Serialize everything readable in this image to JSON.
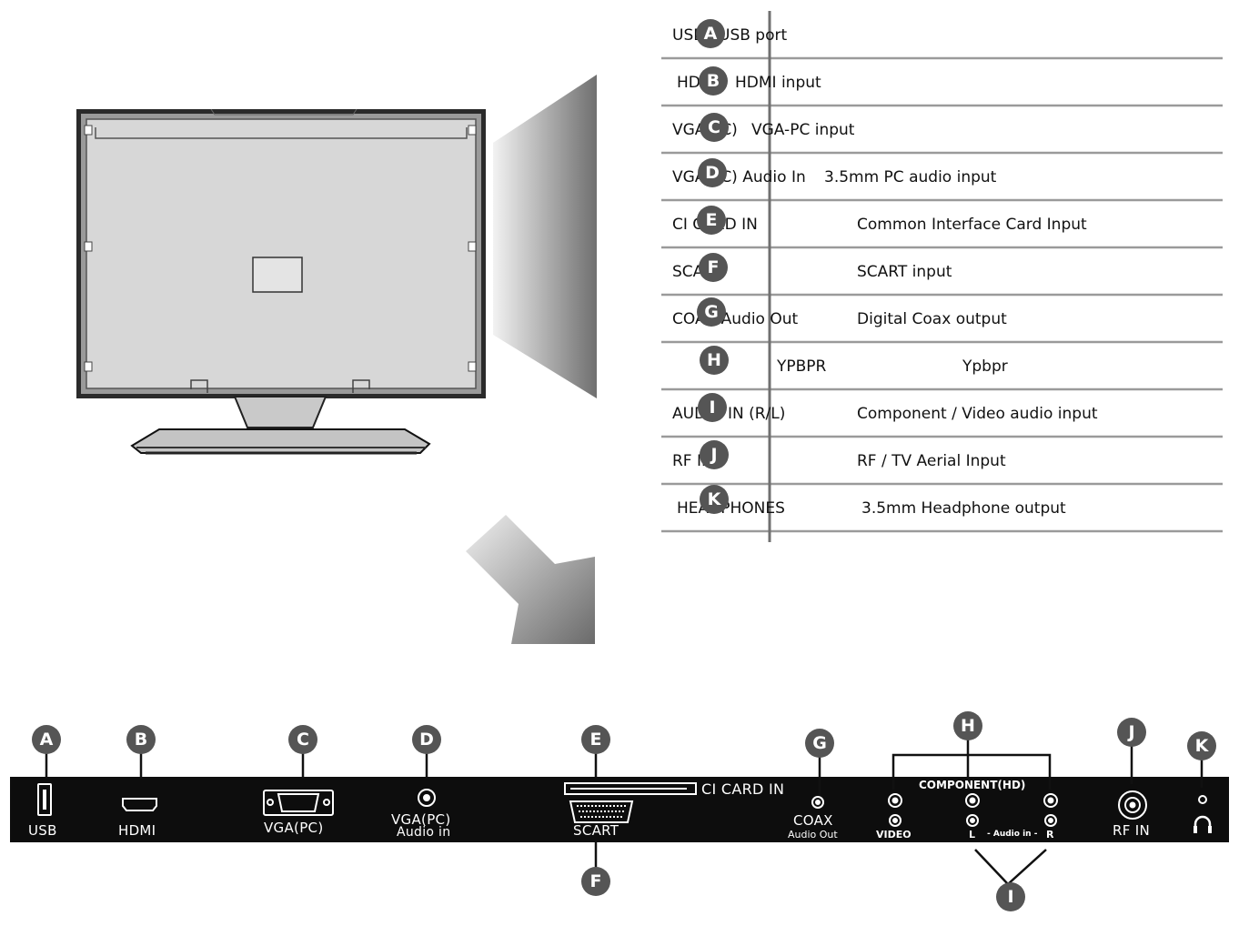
{
  "legend": [
    {
      "letter": "A",
      "name": "USB",
      "desc": "USB port"
    },
    {
      "letter": "B",
      "name": "HDMI",
      "desc": "HDMI input"
    },
    {
      "letter": "C",
      "name": "VGA(PC)",
      "desc": "VGA-PC input"
    },
    {
      "letter": "D",
      "name": "VGA(PC) Audio In",
      "desc": "3.5mm PC audio input"
    },
    {
      "letter": "E",
      "name": "CI CARD IN",
      "desc": "Common Interface Card Input"
    },
    {
      "letter": "F",
      "name": "SCART",
      "desc": "SCART input"
    },
    {
      "letter": "G",
      "name": "COAX Audio Out",
      "desc": "Digital Coax output"
    },
    {
      "letter": "H",
      "name": "YPBPR",
      "desc": "Ypbpr"
    },
    {
      "letter": "I",
      "name": "AUDIO IN (R/L)",
      "desc": "Component / Video audio input"
    },
    {
      "letter": "J",
      "name": "RF IN",
      "desc": "RF / TV Aerial Input"
    },
    {
      "letter": "K",
      "name": "HEADPHONES",
      "desc": "3.5mm Headphone output"
    }
  ],
  "panel": {
    "usb": "USB",
    "hdmi": "HDMI",
    "vga": "VGA(PC)",
    "vga_audio_1": "VGA(PC)",
    "vga_audio_2": "Audio in",
    "ci_card": "CI CARD IN",
    "scart": "SCART",
    "coax_1": "COAX",
    "coax_2": "Audio Out",
    "component": "COMPONENT(HD)",
    "video": "VIDEO",
    "audio_l": "L",
    "audio_in": "- Audio in -",
    "audio_r": "R",
    "rf_in": "RF IN"
  },
  "panel_badges": {
    "a": "A",
    "b": "B",
    "c": "C",
    "d": "D",
    "e": "E",
    "f": "F",
    "g": "G",
    "h": "H",
    "i": "I",
    "j": "J",
    "k": "K"
  },
  "colors": {
    "badge": "#555555",
    "panel": "#0d0d0d",
    "table_line": "#9a9a9a"
  }
}
